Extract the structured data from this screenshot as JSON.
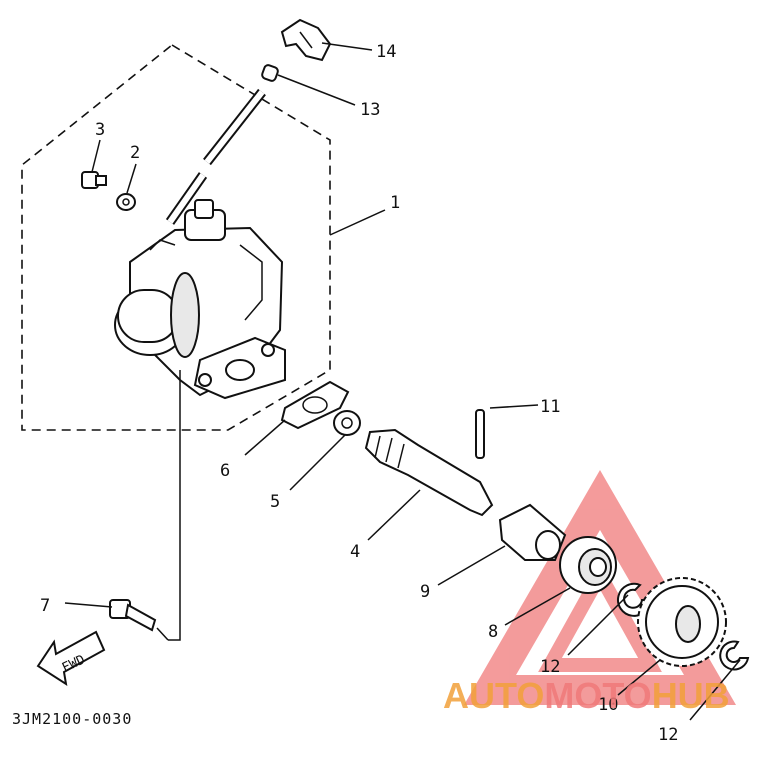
{
  "diagram": {
    "part_code": "3JM2100-0030",
    "direction_label": "FWD",
    "callouts": [
      {
        "id": "c14",
        "label": "14"
      },
      {
        "id": "c13",
        "label": "13"
      },
      {
        "id": "c3",
        "label": "3"
      },
      {
        "id": "c2",
        "label": "2"
      },
      {
        "id": "c1",
        "label": "1"
      },
      {
        "id": "c11",
        "label": "11"
      },
      {
        "id": "c6",
        "label": "6"
      },
      {
        "id": "c5",
        "label": "5"
      },
      {
        "id": "c4",
        "label": "4"
      },
      {
        "id": "c9",
        "label": "9"
      },
      {
        "id": "c7",
        "label": "7"
      },
      {
        "id": "c8",
        "label": "8"
      },
      {
        "id": "c12a",
        "label": "12"
      },
      {
        "id": "c10",
        "label": "10"
      },
      {
        "id": "c12b",
        "label": "12"
      }
    ]
  },
  "watermark": {
    "part1": "AUTO",
    "part2": "MOTO",
    "part3": "HUB",
    "colors": {
      "orange": "#f2a03a",
      "red": "#f07a7a"
    }
  }
}
